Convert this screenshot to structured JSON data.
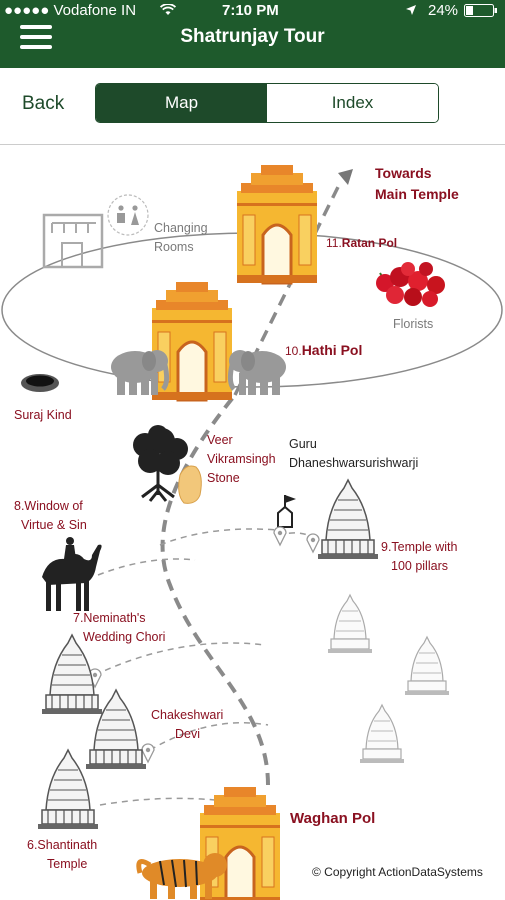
{
  "status_bar": {
    "carrier": "●●●●● Vodafone IN",
    "wifi_icon": "wifi-icon",
    "time": "7:10 PM",
    "location_icon": "location-arrow-icon",
    "battery": "24%",
    "battery_icon": "battery-icon"
  },
  "nav": {
    "title": "Shatrunjay Tour",
    "menu_icon": "hamburger-menu-icon"
  },
  "toolbar": {
    "back_label": "Back",
    "tabs": [
      {
        "label": "Map",
        "active": true
      },
      {
        "label": "Index",
        "active": false
      }
    ]
  },
  "colors": {
    "header_green": "#1e5a2c",
    "segment_green": "#1e4a2a",
    "label_red": "#8a1020",
    "label_gray": "#7a7a7a"
  },
  "map": {
    "towards": [
      "Towards",
      "Main Temple"
    ],
    "changing_rooms": [
      "Changing",
      "Rooms"
    ],
    "ratan_pol_number": "11.",
    "ratan_pol": "Ratan Pol",
    "florists": "Florists",
    "hathi_pol_number": "10.",
    "hathi_pol": "Hathi Pol",
    "suraj_kind": "Suraj Kind",
    "veer_stone": [
      "Veer",
      "Vikramsingh",
      "Stone"
    ],
    "guru": [
      "Guru",
      "Dhaneshwarsurishwarji"
    ],
    "window": [
      "8.Window of",
      "Virtue & Sin"
    ],
    "temple_pillars": [
      "9.Temple with",
      "100 pillars"
    ],
    "neminath": [
      "7.Neminath's",
      "Wedding Chori"
    ],
    "chakeshwari": [
      "Chakeshwari",
      "Devi"
    ],
    "shantinath": [
      "6.Shantinath",
      "Temple"
    ],
    "waghan_pol": "Waghan Pol",
    "copyright": "© Copyright  ActionDataSystems"
  }
}
